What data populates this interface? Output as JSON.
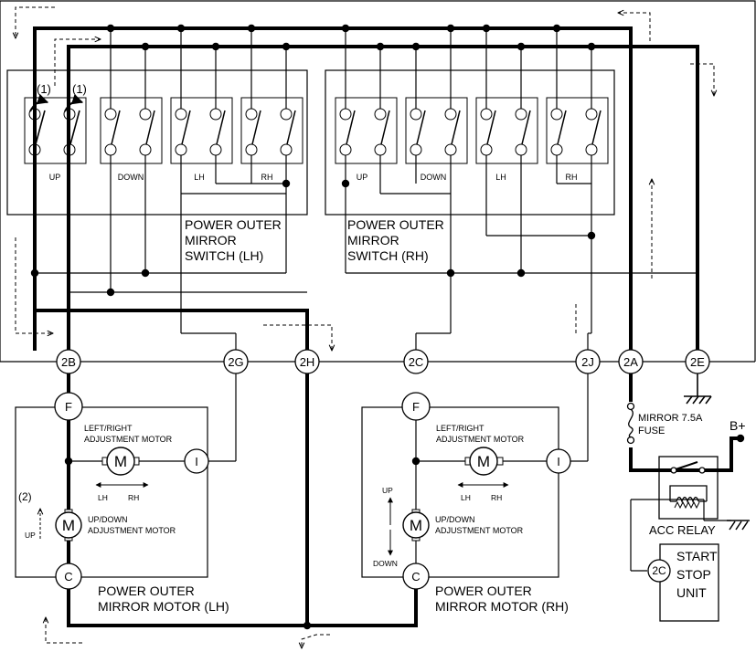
{
  "switch_lh": {
    "title_lines": [
      "POWER OUTER",
      "MIRROR",
      "SWITCH  (LH)"
    ],
    "buttons": [
      "UP",
      "DOWN",
      "LH",
      "RH"
    ],
    "callouts": [
      "(1)",
      "(1)"
    ]
  },
  "switch_rh": {
    "title_lines": [
      "POWER OUTER",
      "MIRROR",
      "SWITCH (RH)"
    ],
    "buttons": [
      "UP",
      "DOWN",
      "LH",
      "RH"
    ]
  },
  "connectors": [
    "2B",
    "2G",
    "2H",
    "2C",
    "2J",
    "2A",
    "2E"
  ],
  "motor_lh": {
    "pins": [
      "F",
      "I",
      "C"
    ],
    "lr_label": [
      "LEFT/RIGHT",
      "ADJUSTMENT MOTOR"
    ],
    "ud_label": [
      "UP/DOWN",
      "ADJUSTMENT MOTOR"
    ],
    "motor_symbol": "M",
    "lh": "LH",
    "rh": "RH",
    "up": "UP",
    "callout": "(2)",
    "title_lines": [
      "POWER OUTER",
      "MIRROR MOTOR (LH)"
    ]
  },
  "motor_rh": {
    "pins": [
      "F",
      "I",
      "C"
    ],
    "lr_label": [
      "LEFT/RIGHT",
      "ADJUSTMENT MOTOR"
    ],
    "ud_label": [
      "UP/DOWN",
      "ADJUSTMENT MOTOR"
    ],
    "motor_symbol": "M",
    "lh": "LH",
    "rh": "RH",
    "up": "UP",
    "down": "DOWN",
    "title_lines": [
      "POWER OUTER",
      "MIRROR MOTOR (RH)"
    ]
  },
  "fuse": {
    "lines": [
      "MIRROR 7.5A",
      "FUSE"
    ]
  },
  "battery": "B+",
  "relay": "ACC RELAY",
  "start_stop": {
    "pin": "2C",
    "lines": [
      "START",
      "STOP",
      "UNIT"
    ]
  },
  "colors": {
    "line": "#000000",
    "background": "#ffffff"
  }
}
